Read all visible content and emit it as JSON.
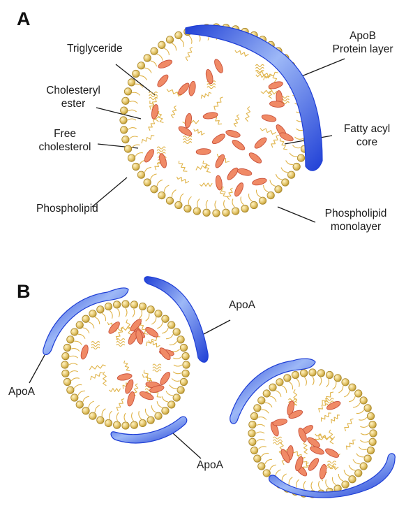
{
  "panels": {
    "a": {
      "letter": "A",
      "labels": {
        "triglyceride": "Triglyceride",
        "cholesteryl_ester_1": "Cholesteryl",
        "cholesteryl_ester_2": "ester",
        "free_cholesterol_1": "Free",
        "free_cholesterol_2": "cholesterol",
        "phospholipid": "Phospholipid",
        "apob_1": "ApoB",
        "apob_2": "Protein layer",
        "fatty_acyl_1": "Fatty acyl",
        "fatty_acyl_2": "core",
        "monolayer_1": "Phospholipid",
        "monolayer_2": "monolayer"
      }
    },
    "b": {
      "letter": "B",
      "labels": {
        "apoa_right": "ApoA",
        "apoa_left": "ApoA",
        "apoa_bottom": "ApoA"
      }
    }
  },
  "colors": {
    "head_fill": "#e3c46a",
    "head_stroke": "#a8862a",
    "tail": "#e0b44a",
    "ellipse_fill": "#f08a66",
    "ellipse_stroke": "#c8503a",
    "protein_dark": "#1f3fd6",
    "protein_light": "#8fb0f5",
    "leader_line": "#1a1a1a"
  }
}
